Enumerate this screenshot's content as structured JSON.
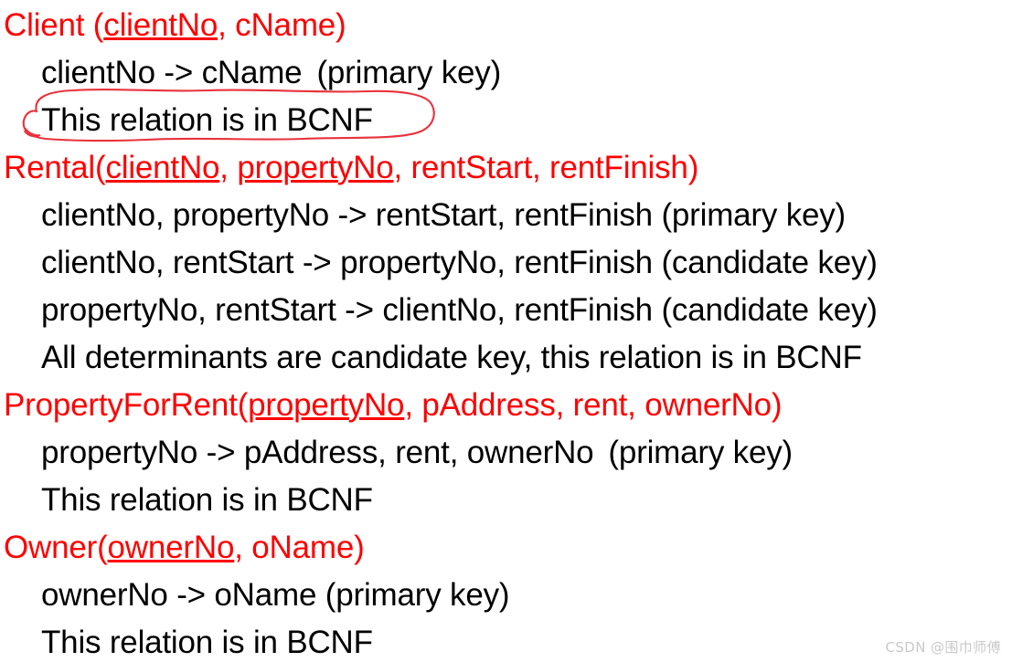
{
  "slide": {
    "background_color": "#ffffff",
    "header_color": "#ff0000",
    "body_color": "#000000",
    "annotation_color": "#e8323c",
    "watermark_color": "#c9c9c9"
  },
  "relations": [
    {
      "name": "Client",
      "header_parts": [
        {
          "text": "Client (",
          "underline": false
        },
        {
          "text": "clientNo",
          "underline": true
        },
        {
          "text": ", cName)",
          "underline": false
        }
      ],
      "header_plain": "Client (clientNo, cName)",
      "body": [
        {
          "text": "clientNo -> cName",
          "suffix": "(primary key)",
          "gap": true,
          "annotated": false
        },
        {
          "text": "This relation is in BCNF",
          "suffix": "",
          "gap": false,
          "annotated": true
        }
      ]
    },
    {
      "name": "Rental",
      "header_parts": [
        {
          "text": "Rental(",
          "underline": false
        },
        {
          "text": "clientNo",
          "underline": true
        },
        {
          "text": ", ",
          "underline": false
        },
        {
          "text": "propertyNo",
          "underline": true
        },
        {
          "text": ", rentStart, rentFinish)",
          "underline": false
        }
      ],
      "header_plain": "Rental(clientNo, propertyNo, rentStart, rentFinish)",
      "body": [
        {
          "text": "clientNo, propertyNo -> rentStart, rentFinish (primary key)",
          "suffix": "",
          "gap": false,
          "annotated": false
        },
        {
          "text": "clientNo, rentStart -> propertyNo, rentFinish (candidate key)",
          "suffix": "",
          "gap": false,
          "annotated": false
        },
        {
          "text": "propertyNo, rentStart -> clientNo, rentFinish (candidate key)",
          "suffix": "",
          "gap": false,
          "annotated": false
        },
        {
          "text": "All determinants are candidate key, this relation is in BCNF",
          "suffix": "",
          "gap": false,
          "annotated": false
        }
      ]
    },
    {
      "name": "PropertyForRent",
      "header_parts": [
        {
          "text": "PropertyForRent(",
          "underline": false
        },
        {
          "text": "propertyNo",
          "underline": true
        },
        {
          "text": ", pAddress, rent, ownerNo)",
          "underline": false
        }
      ],
      "header_plain": "PropertyForRent(propertyNo, pAddress, rent, ownerNo)",
      "body": [
        {
          "text": "propertyNo -> pAddress, rent, ownerNo",
          "suffix": "(primary key)",
          "gap": true,
          "annotated": false
        },
        {
          "text": "This relation is in BCNF",
          "suffix": "",
          "gap": false,
          "annotated": false
        }
      ]
    },
    {
      "name": "Owner",
      "header_parts": [
        {
          "text": "Owner(",
          "underline": false
        },
        {
          "text": "ownerNo",
          "underline": true
        },
        {
          "text": ", oName)",
          "underline": false
        }
      ],
      "header_plain": "Owner(ownerNo, oName)",
      "body": [
        {
          "text": "ownerNo -> oName (primary key)",
          "suffix": "",
          "gap": false,
          "annotated": false
        },
        {
          "text": "This relation is in BCNF",
          "suffix": "",
          "gap": false,
          "annotated": false
        }
      ]
    }
  ],
  "annotation": {
    "type": "hand-drawn-ellipse",
    "target_text": "This relation is in BCNF",
    "color": "#e8323c"
  },
  "watermark": {
    "text": "CSDN @围巾师傅"
  }
}
